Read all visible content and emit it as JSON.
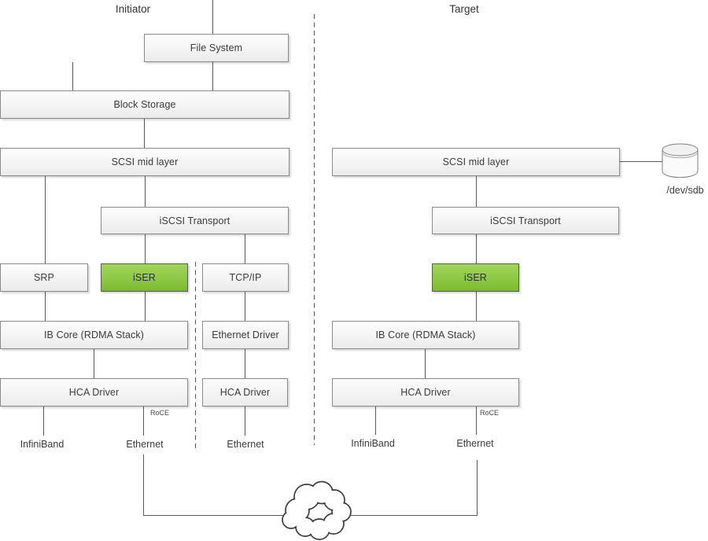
{
  "titles": {
    "initiator": "Initiator",
    "target": "Target"
  },
  "initiator": {
    "file_system": "File System",
    "block_storage": "Block Storage",
    "scsi_mid_layer": "SCSI mid layer",
    "iscsi_transport": "iSCSI Transport",
    "srp": "SRP",
    "iser": "iSER",
    "tcp_ip": "TCP/IP",
    "ib_core": "IB Core (RDMA Stack)",
    "ethernet_driver": "Ethernet Driver",
    "hca_driver_ib": "HCA Driver",
    "hca_driver_eth": "HCA Driver",
    "roce": "RoCE",
    "port_infiniband": "InfiniBand",
    "port_ethernet_rdma": "Ethernet",
    "port_ethernet_tcp": "Ethernet"
  },
  "target": {
    "scsi_mid_layer": "SCSI mid layer",
    "iscsi_transport": "iSCSI Transport",
    "iser": "iSER",
    "ib_core": "IB Core (RDMA Stack)",
    "hca_driver": "HCA Driver",
    "roce": "RoCE",
    "port_infiniband": "InfiniBand",
    "port_ethernet": "Ethernet",
    "disk_device": "/dev/sdb"
  },
  "colors": {
    "iser_highlight": "#8CC944",
    "box_border": "#8A8A8A",
    "line": "#595959"
  }
}
